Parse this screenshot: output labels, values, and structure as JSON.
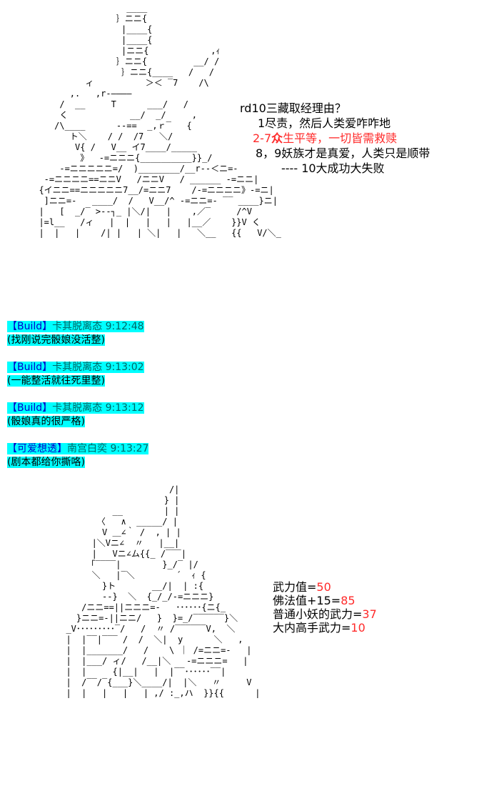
{
  "art": {
    "top": "                   ____\n                 ｝ニニ{\n                  |____{\n                  |____{\n                  |ニニ{            ,ｨ\n                 ｝ニニ{         __/ /\n                  ｝ニニ{____   /   /\n           ィ          ＞＜ ‾7    /\\\n        ,.   ,r‐――――\n      /  __     T      ___/   /\n      く            __/  _/     ,\n     /\\____      ‐‐==  _,ｒ‾   {\n        ト＼    / /  /7   ＼/\n         V{ /   V__ イ7____/_____\n          》  -=ニニニ{__________}}_/\n      -=ニニニニニ=/  )________/__r‐‐＜ニ=-\n   -=ニニニニ==ニニV   /ニニV   / ______ -=ニニ|\n  {イニニ==ニニニニニ7__/=ニニ7    /-=ニニニニ》-=ニ|\n   ]ニニ=-   ____/  /   V__/^ -=ニニ=- ‾‾ ____}ニ|\n  |   [  _/‾ >‐‐┐_ |＼/|   |    ,／‾     /^V\n  |=l__   /ィ   |  |   |   |   |__／    }}V く\n  |  |   |    /| |   | ＼|   |   ＼__   {{   V/＼_",
    "bottom": "                      /|\n                     } |\n           __        | |\n        〈   ∧  _____/ |\n         V ＿∠｀ /  , | |\n       |＼Vニ∠  〃   |__|\n       |   Vニ∠ム{{_ /‾‾‾|\n      「‾‾‾‾|        }_/‾ |/\n       ＼   |‾＼        ´  ｨ {\n         }ト       __/|  | :{\n         ‐‐}  ＼  {_/_/-=ニニニ}\n     /ニニ==||ニニニ=-   ･･････{ニ{_\n    }ニニ=-||ニニ/   }  }=_/‾‾‾‾‾‾}＼\n  _V･････････‾/   /  〃 /‾‾‾‾‾‾V,  ＼\n  |  |‾‾|‾‾‾ /  /  ＼|  y      ＼   ,\n  |  |_______/   /    \\ ｜ /=ニニ=-   |\n  |  |___/ ィ/   /__|＼   -=ニニニ=   |\n  |  |     {|__|   |  |‾‾･･････‾‾|\n  |  /‾‾/‾{___}＼____/|  |＼   〃     V\n  |  |   |   |   | ,/ :_,ハ  }}{{      |"
  },
  "top_notes": {
    "line1": "rd10三藏取经理由？",
    "line2": "1尽责，然后人类爱咋咋地",
    "line3_prefix": "2-7",
    "line3_bold": "众",
    "line3_rest": "生平等，一切皆需救赎",
    "line4": "8，9妖族才是真爱，人类只是顺带",
    "line5_dashes": "----",
    "line5_text": "10大成功大失败"
  },
  "chat": [
    {
      "tag": "【Build】",
      "name": "卡其脱离态",
      "time": "9:12:48",
      "text": "(找刚说完骰娘没活整)"
    },
    {
      "tag": "【Build】",
      "name": "卡其脱离态",
      "time": "9:13:02",
      "text": "(一能整活就往死里整)"
    },
    {
      "tag": "【Build】",
      "name": "卡其脱离态",
      "time": "9:13:12",
      "text": "(骰娘真的很严格)"
    },
    {
      "tag": "【可爱想透】",
      "name": "南宫白奕",
      "time": "9:13:27",
      "text": "(剧本都给你撕咯)"
    }
  ],
  "stats": [
    {
      "label": "武力值=",
      "value": "50"
    },
    {
      "label": "佛法值+15=",
      "value": "85"
    },
    {
      "label": "普通小妖的武力=",
      "value": "37"
    },
    {
      "label": "大内高手武力=",
      "value": "10"
    }
  ],
  "colors": {
    "highlight": "#00ffff",
    "accent_red": "#ff2a2a",
    "tag_blue": "#0000cc",
    "name_teal": "#006666"
  }
}
